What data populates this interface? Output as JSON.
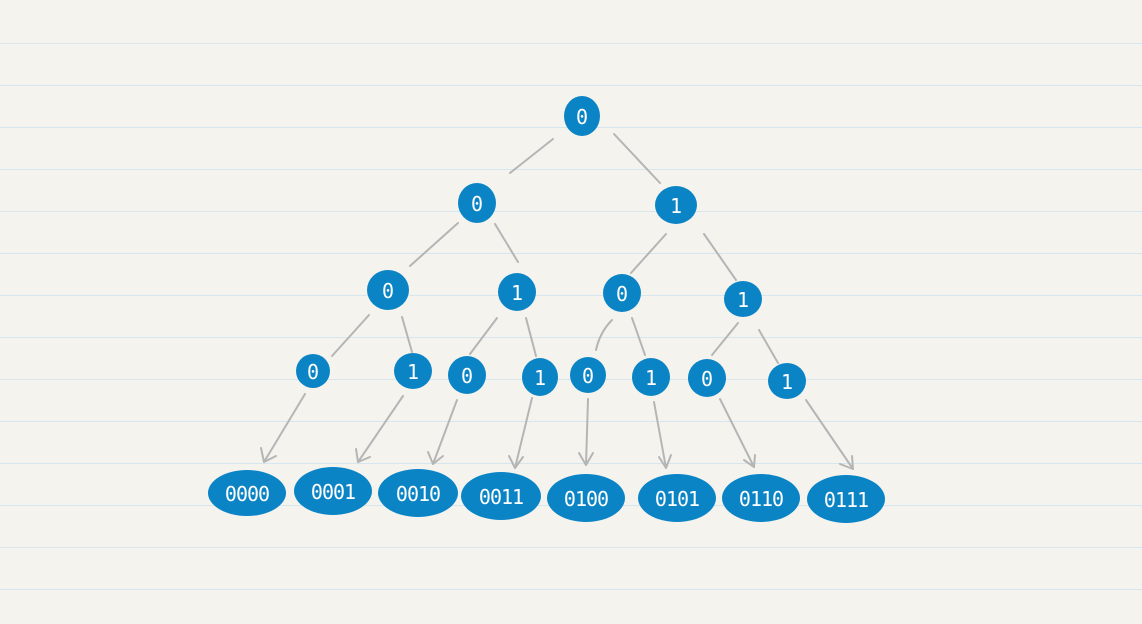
{
  "colors": {
    "node_fill": "#0b84c6",
    "edge": "#b5b5b5",
    "paper": "#f5f3ee",
    "rule_line": "#d6e6ef"
  },
  "tree": {
    "root": {
      "label": "0"
    },
    "level1": [
      {
        "label": "0"
      },
      {
        "label": "1"
      }
    ],
    "level2": [
      {
        "label": "0"
      },
      {
        "label": "1"
      },
      {
        "label": "0"
      },
      {
        "label": "1"
      }
    ],
    "level3": [
      {
        "label": "0"
      },
      {
        "label": "1"
      },
      {
        "label": "0"
      },
      {
        "label": "1"
      },
      {
        "label": "0"
      },
      {
        "label": "1"
      },
      {
        "label": "0"
      },
      {
        "label": "1"
      }
    ],
    "leaves": [
      {
        "label": "0000"
      },
      {
        "label": "0001"
      },
      {
        "label": "0010"
      },
      {
        "label": "0011"
      },
      {
        "label": "0100"
      },
      {
        "label": "0101"
      },
      {
        "label": "0110"
      },
      {
        "label": "0111"
      }
    ]
  }
}
